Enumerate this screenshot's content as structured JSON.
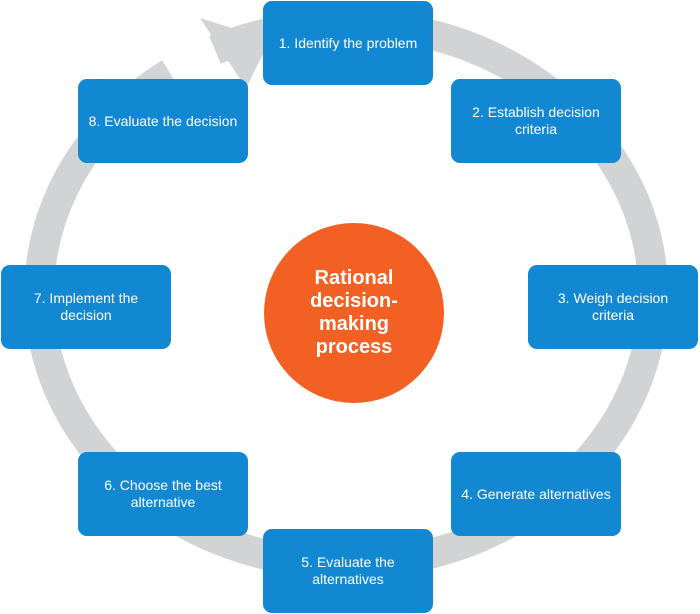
{
  "colors": {
    "step_fill": "#1288d3",
    "center_fill": "#f26024",
    "cycle_ring": "#d1d3d4"
  },
  "center": {
    "label": "Rational decision-making process"
  },
  "steps": [
    {
      "label": "1. Identify the problem"
    },
    {
      "label": "2. Establish decision criteria"
    },
    {
      "label": "3. Weigh decision criteria"
    },
    {
      "label": "4. Generate alternatives"
    },
    {
      "label": "5. Evaluate the alternatives"
    },
    {
      "label": "6. Choose the best alternative"
    },
    {
      "label": "7. Implement the decision"
    },
    {
      "label": "8. Evaluate the decision"
    }
  ]
}
